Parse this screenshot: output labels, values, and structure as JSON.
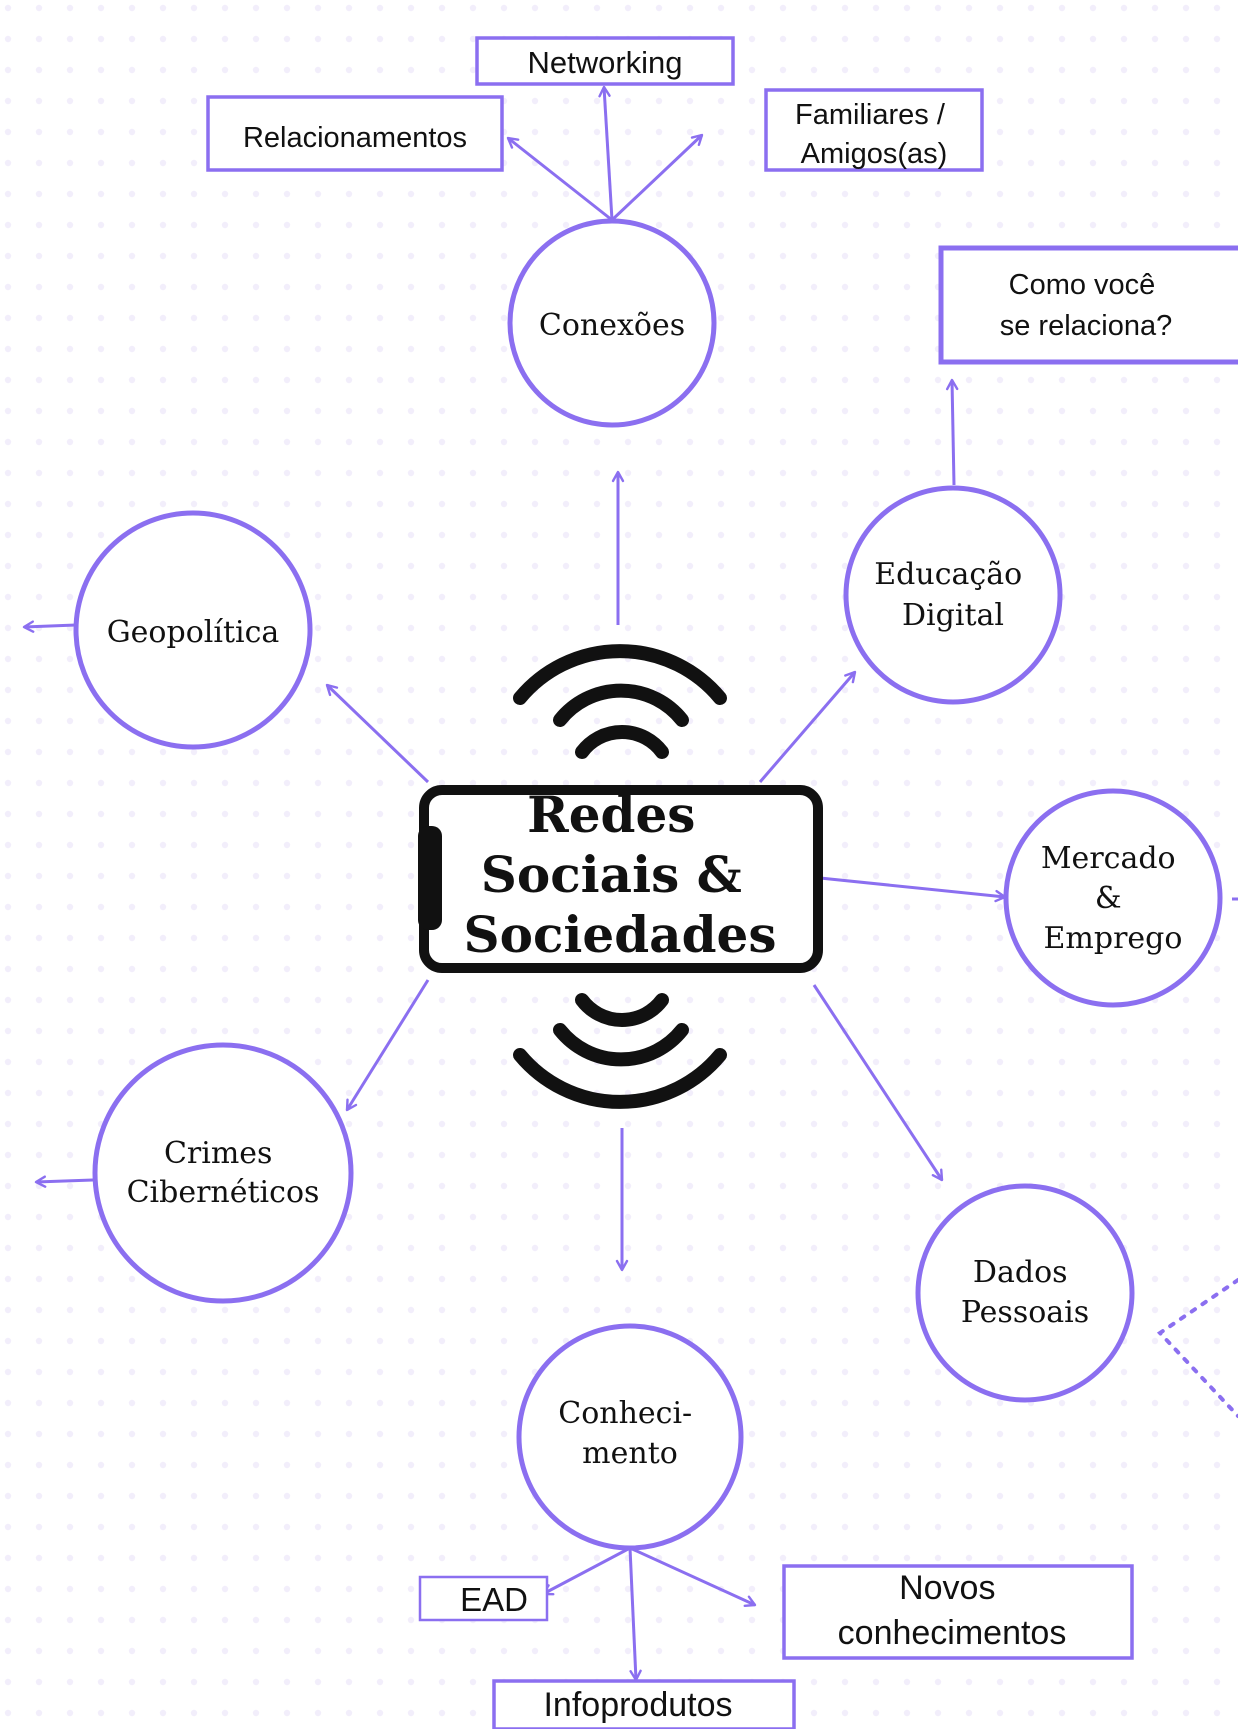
{
  "colors": {
    "accent": "#8b6ff0",
    "dark": "#111111",
    "dots": "#f1eefa"
  },
  "center": {
    "lines": [
      "Redes",
      "Sociais &",
      "Sociedades"
    ]
  },
  "nodes": {
    "conexoes": {
      "lines": [
        "Conexões"
      ]
    },
    "educacao": {
      "lines": [
        "Educação",
        "Digital"
      ]
    },
    "geopolitica": {
      "lines": [
        "Geopolítica"
      ]
    },
    "mercado": {
      "lines": [
        "Mercado",
        "&",
        "Emprego"
      ]
    },
    "crimes": {
      "lines": [
        "Crimes",
        "Cibernéticos"
      ]
    },
    "dados": {
      "lines": [
        "Dados",
        "Pessoais"
      ]
    },
    "conhecimento": {
      "lines": [
        "Conheci-",
        "mento"
      ]
    }
  },
  "boxes": {
    "networking": {
      "lines": [
        "Networking"
      ]
    },
    "relacionamentos": {
      "lines": [
        "Relacionamentos"
      ]
    },
    "familiares": {
      "lines": [
        "Familiares /",
        "Amigos(as)"
      ]
    },
    "como": {
      "lines": [
        "Como você",
        "se relaciona?"
      ]
    },
    "ead": {
      "lines": [
        "EAD"
      ]
    },
    "novos": {
      "lines": [
        "Novos",
        "conhecimentos"
      ]
    },
    "infoprodutos": {
      "lines": [
        "Infoprodutos"
      ]
    }
  }
}
